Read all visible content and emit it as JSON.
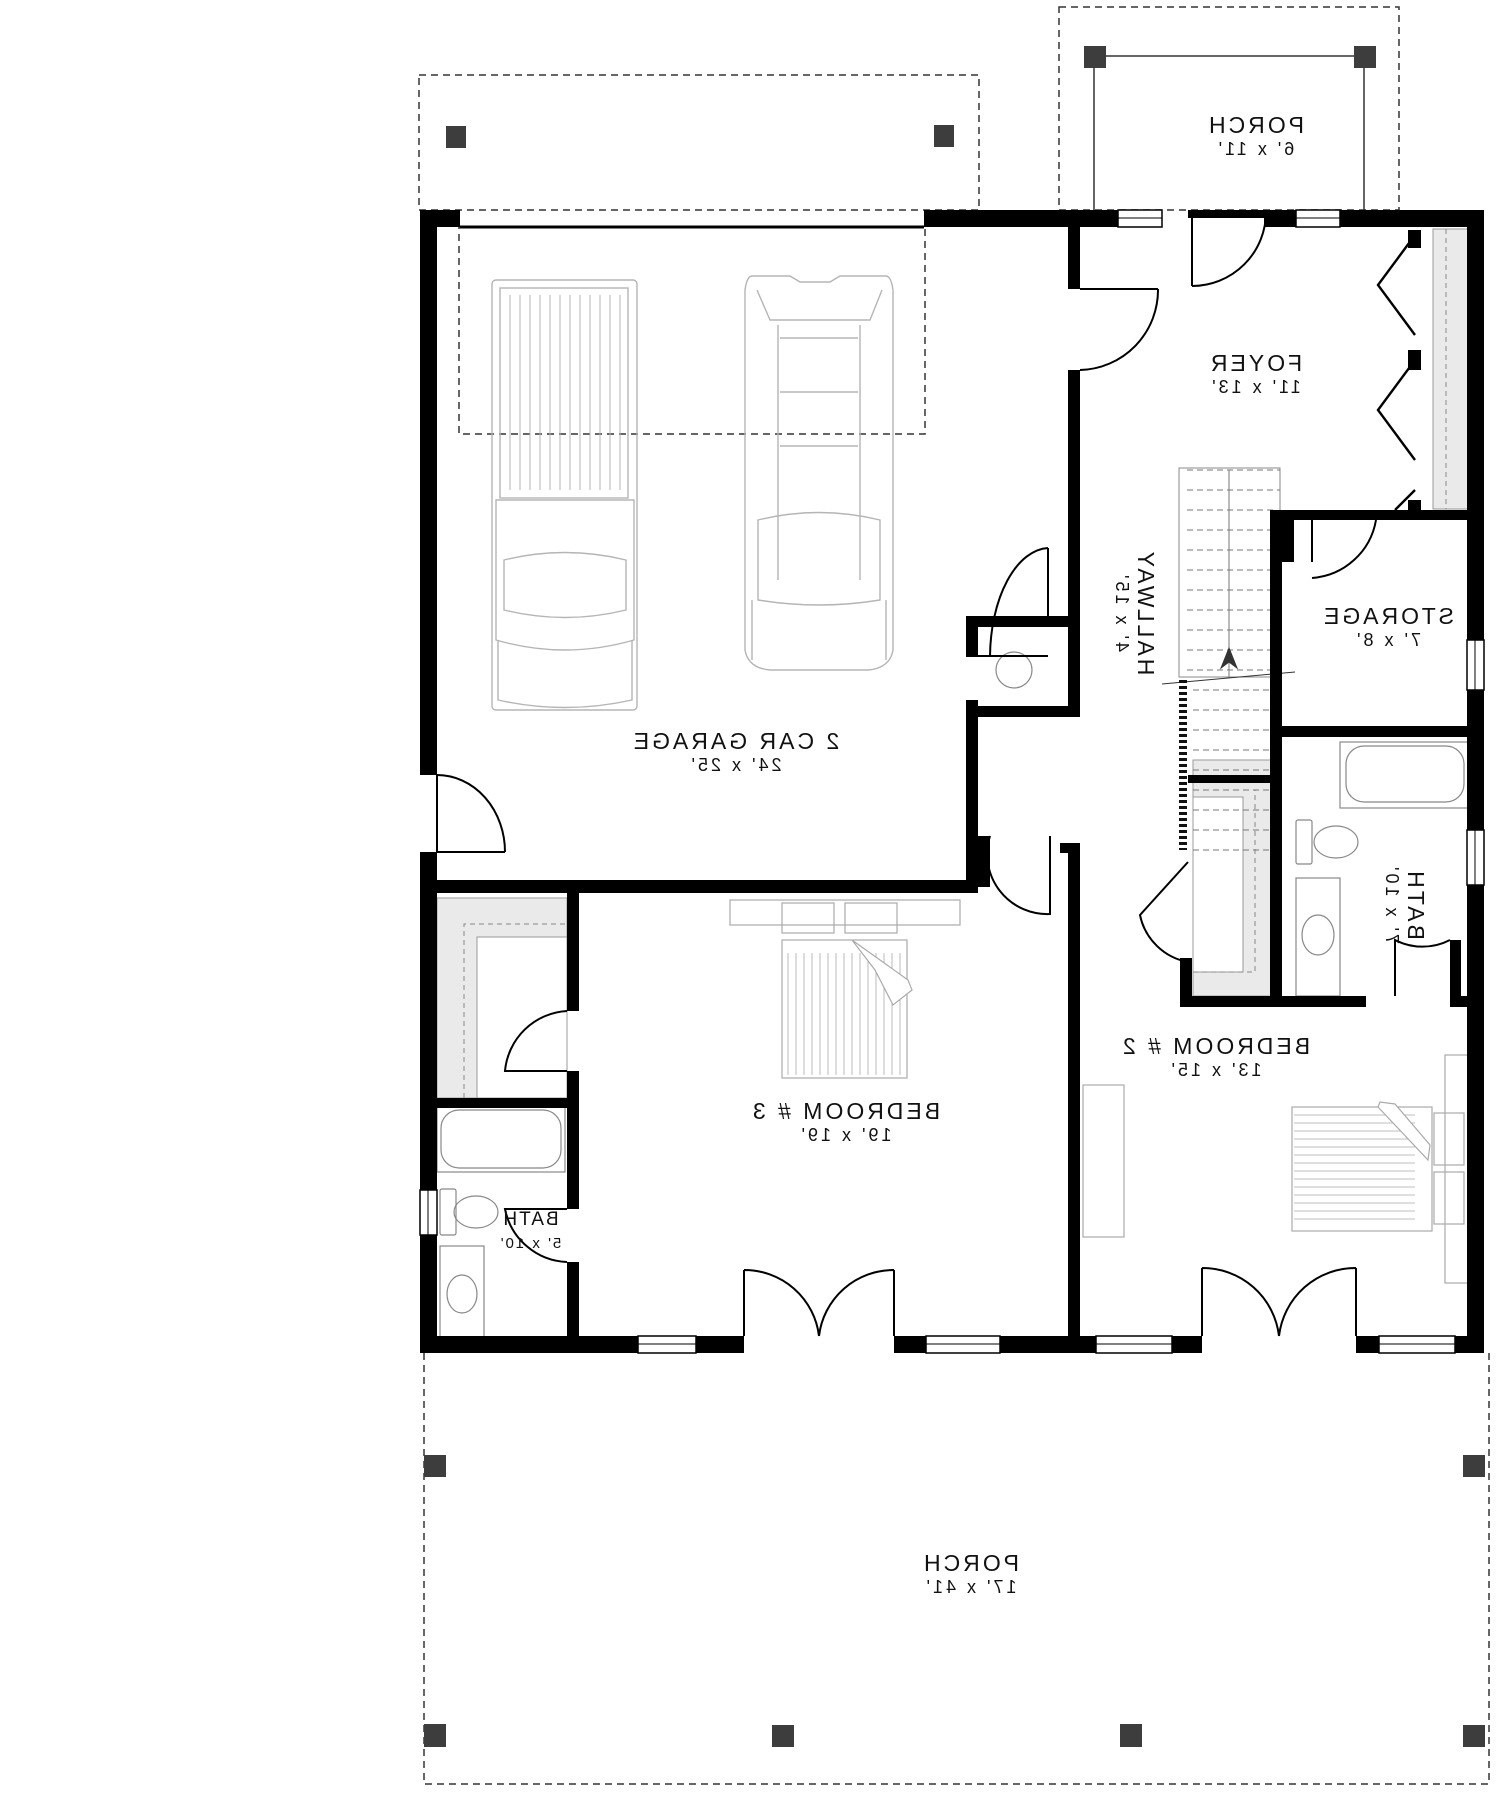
{
  "plan": {
    "title": "Floor Plan",
    "orientation": "mirrored",
    "colors": {
      "wall": "#000000",
      "column": "#3d3d3d",
      "dashed": "#333333",
      "furniture": "#9a9a9a",
      "closet_fill": "#eaeaea"
    }
  },
  "rooms": [
    {
      "id": "porch-top",
      "name": "PORCH",
      "dims": "6' x 11'"
    },
    {
      "id": "foyer",
      "name": "FOYER",
      "dims": "11' x 13'"
    },
    {
      "id": "hallway",
      "name": "HALLWAY",
      "dims": "4' x 15'"
    },
    {
      "id": "storage",
      "name": "STORAGE",
      "dims": "7' x 8'"
    },
    {
      "id": "bath-right",
      "name": "BATH",
      "dims": "7' x 10'"
    },
    {
      "id": "garage",
      "name": "2 CAR GARAGE",
      "dims": "24' x 25'"
    },
    {
      "id": "bedroom-2",
      "name": "BEDROOM # 2",
      "dims": "13' x 15'"
    },
    {
      "id": "bedroom-3",
      "name": "BEDROOM # 3",
      "dims": "19' x 19'"
    },
    {
      "id": "bath-left",
      "name": "BATH",
      "dims": "5' x 10'"
    },
    {
      "id": "porch-bottom",
      "name": "PORCH",
      "dims": "17' x 41'"
    }
  ]
}
